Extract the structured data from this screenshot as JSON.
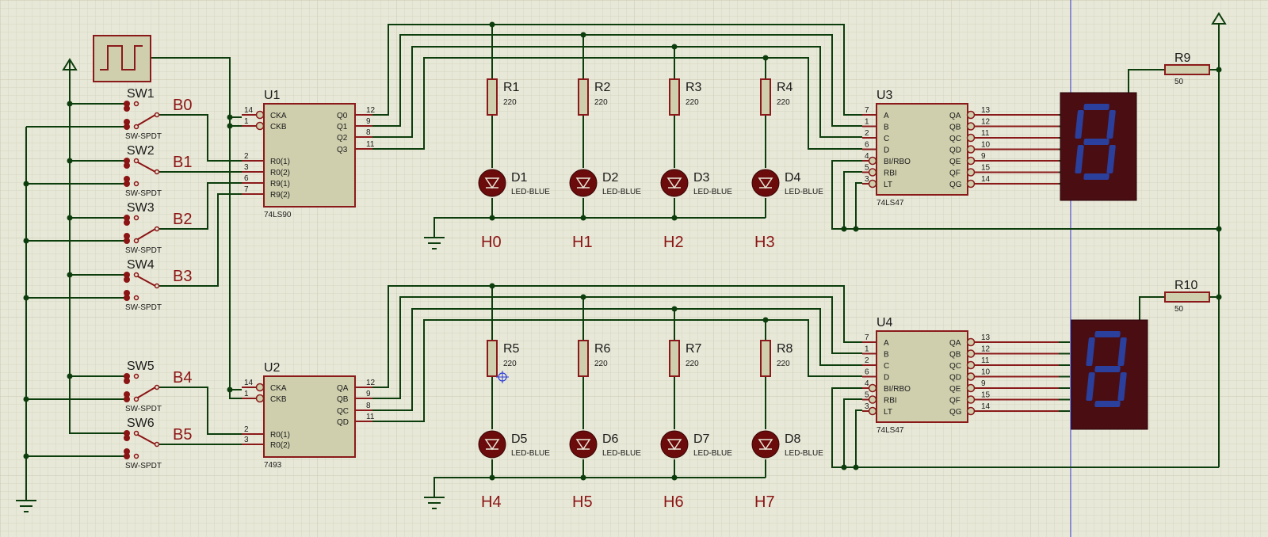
{
  "switches": [
    {
      "ref": "SW1",
      "type": "SW-SPDT",
      "net": "B0"
    },
    {
      "ref": "SW2",
      "type": "SW-SPDT",
      "net": "B1"
    },
    {
      "ref": "SW3",
      "type": "SW-SPDT",
      "net": "B2"
    },
    {
      "ref": "SW4",
      "type": "SW-SPDT",
      "net": "B3"
    },
    {
      "ref": "SW5",
      "type": "SW-SPDT",
      "net": "B4"
    },
    {
      "ref": "SW6",
      "type": "SW-SPDT",
      "net": "B5"
    }
  ],
  "counters": [
    {
      "ref": "U1",
      "part": "74LS90",
      "left": [
        {
          "num": "14",
          "name": "CKA"
        },
        {
          "num": "1",
          "name": "CKB"
        },
        {
          "num": "2",
          "name": "R0(1)"
        },
        {
          "num": "3",
          "name": "R0(2)"
        },
        {
          "num": "6",
          "name": "R9(1)"
        },
        {
          "num": "7",
          "name": "R9(2)"
        }
      ],
      "right": [
        {
          "num": "12",
          "name": "Q0"
        },
        {
          "num": "9",
          "name": "Q1"
        },
        {
          "num": "8",
          "name": "Q2"
        },
        {
          "num": "11",
          "name": "Q3"
        }
      ]
    },
    {
      "ref": "U2",
      "part": "7493",
      "left": [
        {
          "num": "14",
          "name": "CKA"
        },
        {
          "num": "1",
          "name": "CKB"
        },
        {
          "num": "2",
          "name": "R0(1)"
        },
        {
          "num": "3",
          "name": "R0(2)"
        }
      ],
      "right": [
        {
          "num": "12",
          "name": "QA"
        },
        {
          "num": "9",
          "name": "QB"
        },
        {
          "num": "8",
          "name": "QC"
        },
        {
          "num": "11",
          "name": "QD"
        }
      ]
    }
  ],
  "decoders": [
    {
      "ref": "U3",
      "part": "74LS47"
    },
    {
      "ref": "U4",
      "part": "74LS47"
    }
  ],
  "decoder_pins": {
    "left": [
      {
        "num": "7",
        "name": "A"
      },
      {
        "num": "1",
        "name": "B"
      },
      {
        "num": "2",
        "name": "C"
      },
      {
        "num": "6",
        "name": "D"
      },
      {
        "num": "4",
        "name": "BI/RBO"
      },
      {
        "num": "5",
        "name": "RBI"
      },
      {
        "num": "3",
        "name": "LT"
      }
    ],
    "right": [
      {
        "num": "13",
        "name": "QA"
      },
      {
        "num": "12",
        "name": "QB"
      },
      {
        "num": "11",
        "name": "QC"
      },
      {
        "num": "10",
        "name": "QD"
      },
      {
        "num": "9",
        "name": "QE"
      },
      {
        "num": "15",
        "name": "QF"
      },
      {
        "num": "14",
        "name": "QG"
      }
    ]
  },
  "resistors": [
    {
      "ref": "R1",
      "value": "220"
    },
    {
      "ref": "R2",
      "value": "220"
    },
    {
      "ref": "R3",
      "value": "220"
    },
    {
      "ref": "R4",
      "value": "220"
    },
    {
      "ref": "R5",
      "value": "220"
    },
    {
      "ref": "R6",
      "value": "220"
    },
    {
      "ref": "R7",
      "value": "220"
    },
    {
      "ref": "R8",
      "value": "220"
    },
    {
      "ref": "R9",
      "value": "50"
    },
    {
      "ref": "R10",
      "value": "50"
    }
  ],
  "leds": [
    {
      "ref": "D1",
      "type": "LED-BLUE",
      "net": "H0"
    },
    {
      "ref": "D2",
      "type": "LED-BLUE",
      "net": "H1"
    },
    {
      "ref": "D3",
      "type": "LED-BLUE",
      "net": "H2"
    },
    {
      "ref": "D4",
      "type": "LED-BLUE",
      "net": "H3"
    },
    {
      "ref": "D5",
      "type": "LED-BLUE",
      "net": "H4"
    },
    {
      "ref": "D6",
      "type": "LED-BLUE",
      "net": "H5"
    },
    {
      "ref": "D7",
      "type": "LED-BLUE",
      "net": "H6"
    },
    {
      "ref": "D8",
      "type": "LED-BLUE",
      "net": "H7"
    }
  ],
  "displays": [
    {
      "digit": "8",
      "segment_color": "#2b3f9c",
      "body_color": "#4a0d12"
    },
    {
      "digit": "8",
      "segment_color": "#2b3f9c",
      "body_color": "#4a0d12"
    }
  ],
  "colors": {
    "background": "#e8e8d8",
    "wire": "#0c3d0c",
    "component": "#8a1a1a",
    "label": "#8b1414",
    "chip_fill": "#cfcfae"
  },
  "icons": [
    "clock-generator-icon",
    "power-terminal-icon",
    "ground-icon",
    "led-icon",
    "seven-segment-display-icon",
    "cursor-crosshair-icon"
  ]
}
